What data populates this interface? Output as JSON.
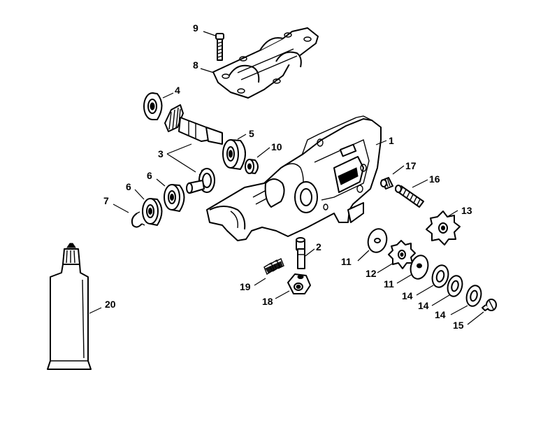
{
  "callouts": [
    {
      "id": "c1",
      "text": "1"
    },
    {
      "id": "c2",
      "text": "2"
    },
    {
      "id": "c3",
      "text": "3"
    },
    {
      "id": "c4",
      "text": "4"
    },
    {
      "id": "c5",
      "text": "5"
    },
    {
      "id": "c6a",
      "text": "6"
    },
    {
      "id": "c6b",
      "text": "6"
    },
    {
      "id": "c7",
      "text": "7"
    },
    {
      "id": "c8",
      "text": "8"
    },
    {
      "id": "c9",
      "text": "9"
    },
    {
      "id": "c10",
      "text": "10"
    },
    {
      "id": "c11a",
      "text": "11"
    },
    {
      "id": "c11b",
      "text": "11"
    },
    {
      "id": "c12",
      "text": "12"
    },
    {
      "id": "c13",
      "text": "13"
    },
    {
      "id": "c14a",
      "text": "14"
    },
    {
      "id": "c14b",
      "text": "14"
    },
    {
      "id": "c14c",
      "text": "14"
    },
    {
      "id": "c15",
      "text": "15"
    },
    {
      "id": "c16",
      "text": "16"
    },
    {
      "id": "c17",
      "text": "17"
    },
    {
      "id": "c18",
      "text": "18"
    },
    {
      "id": "c19",
      "text": "19"
    },
    {
      "id": "c20",
      "text": "20"
    }
  ]
}
